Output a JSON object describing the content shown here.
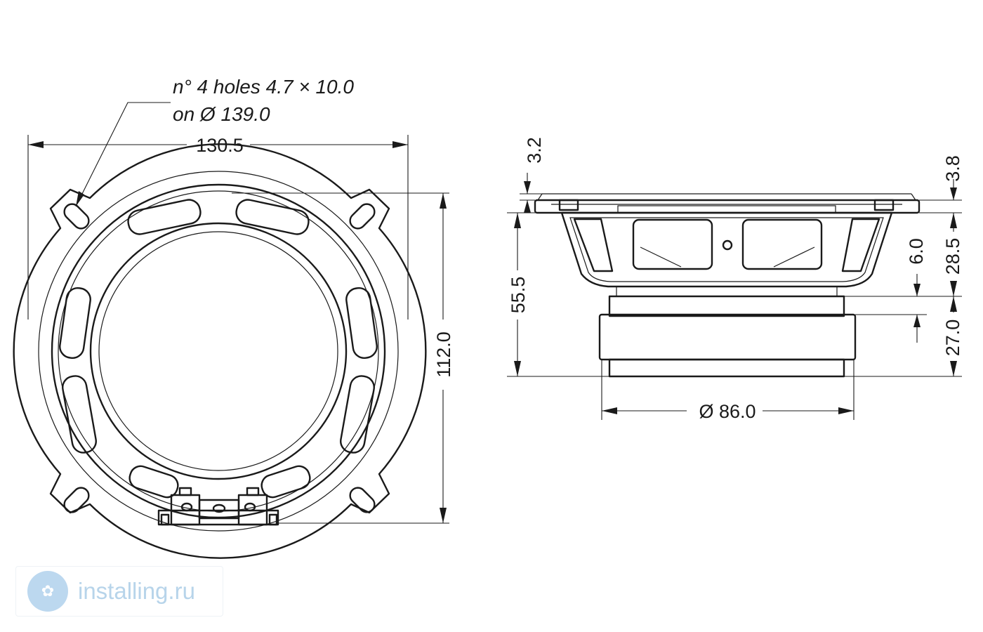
{
  "notes": {
    "holes_line1": "n° 4 holes 4.7 × 10.0",
    "holes_line2": "on Ø 139.0"
  },
  "dimensions": {
    "front_width": "130.5",
    "front_height": "112.0",
    "mount_depth_total": "55.5",
    "flange_thickness": "3.2",
    "flange_top_offset": "3.8",
    "basket_depth": "28.5",
    "magnet_offset": "6.0",
    "magnet_height": "27.0",
    "magnet_diameter": "Ø 86.0"
  },
  "watermark": {
    "text": "installing.ru",
    "color": "#b7d4ea",
    "icon": "logo-icon"
  }
}
